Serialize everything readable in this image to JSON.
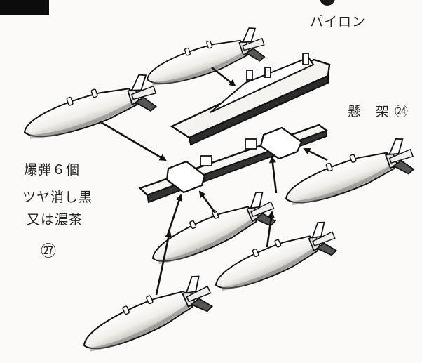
{
  "labels": {
    "pylon": "パイロン",
    "rack": "懸　架 ㉔",
    "bombs": "爆弾６個",
    "finish1": "ツヤ消し黒",
    "finish2": "又は濃茶",
    "part_no": "㉗"
  }
}
